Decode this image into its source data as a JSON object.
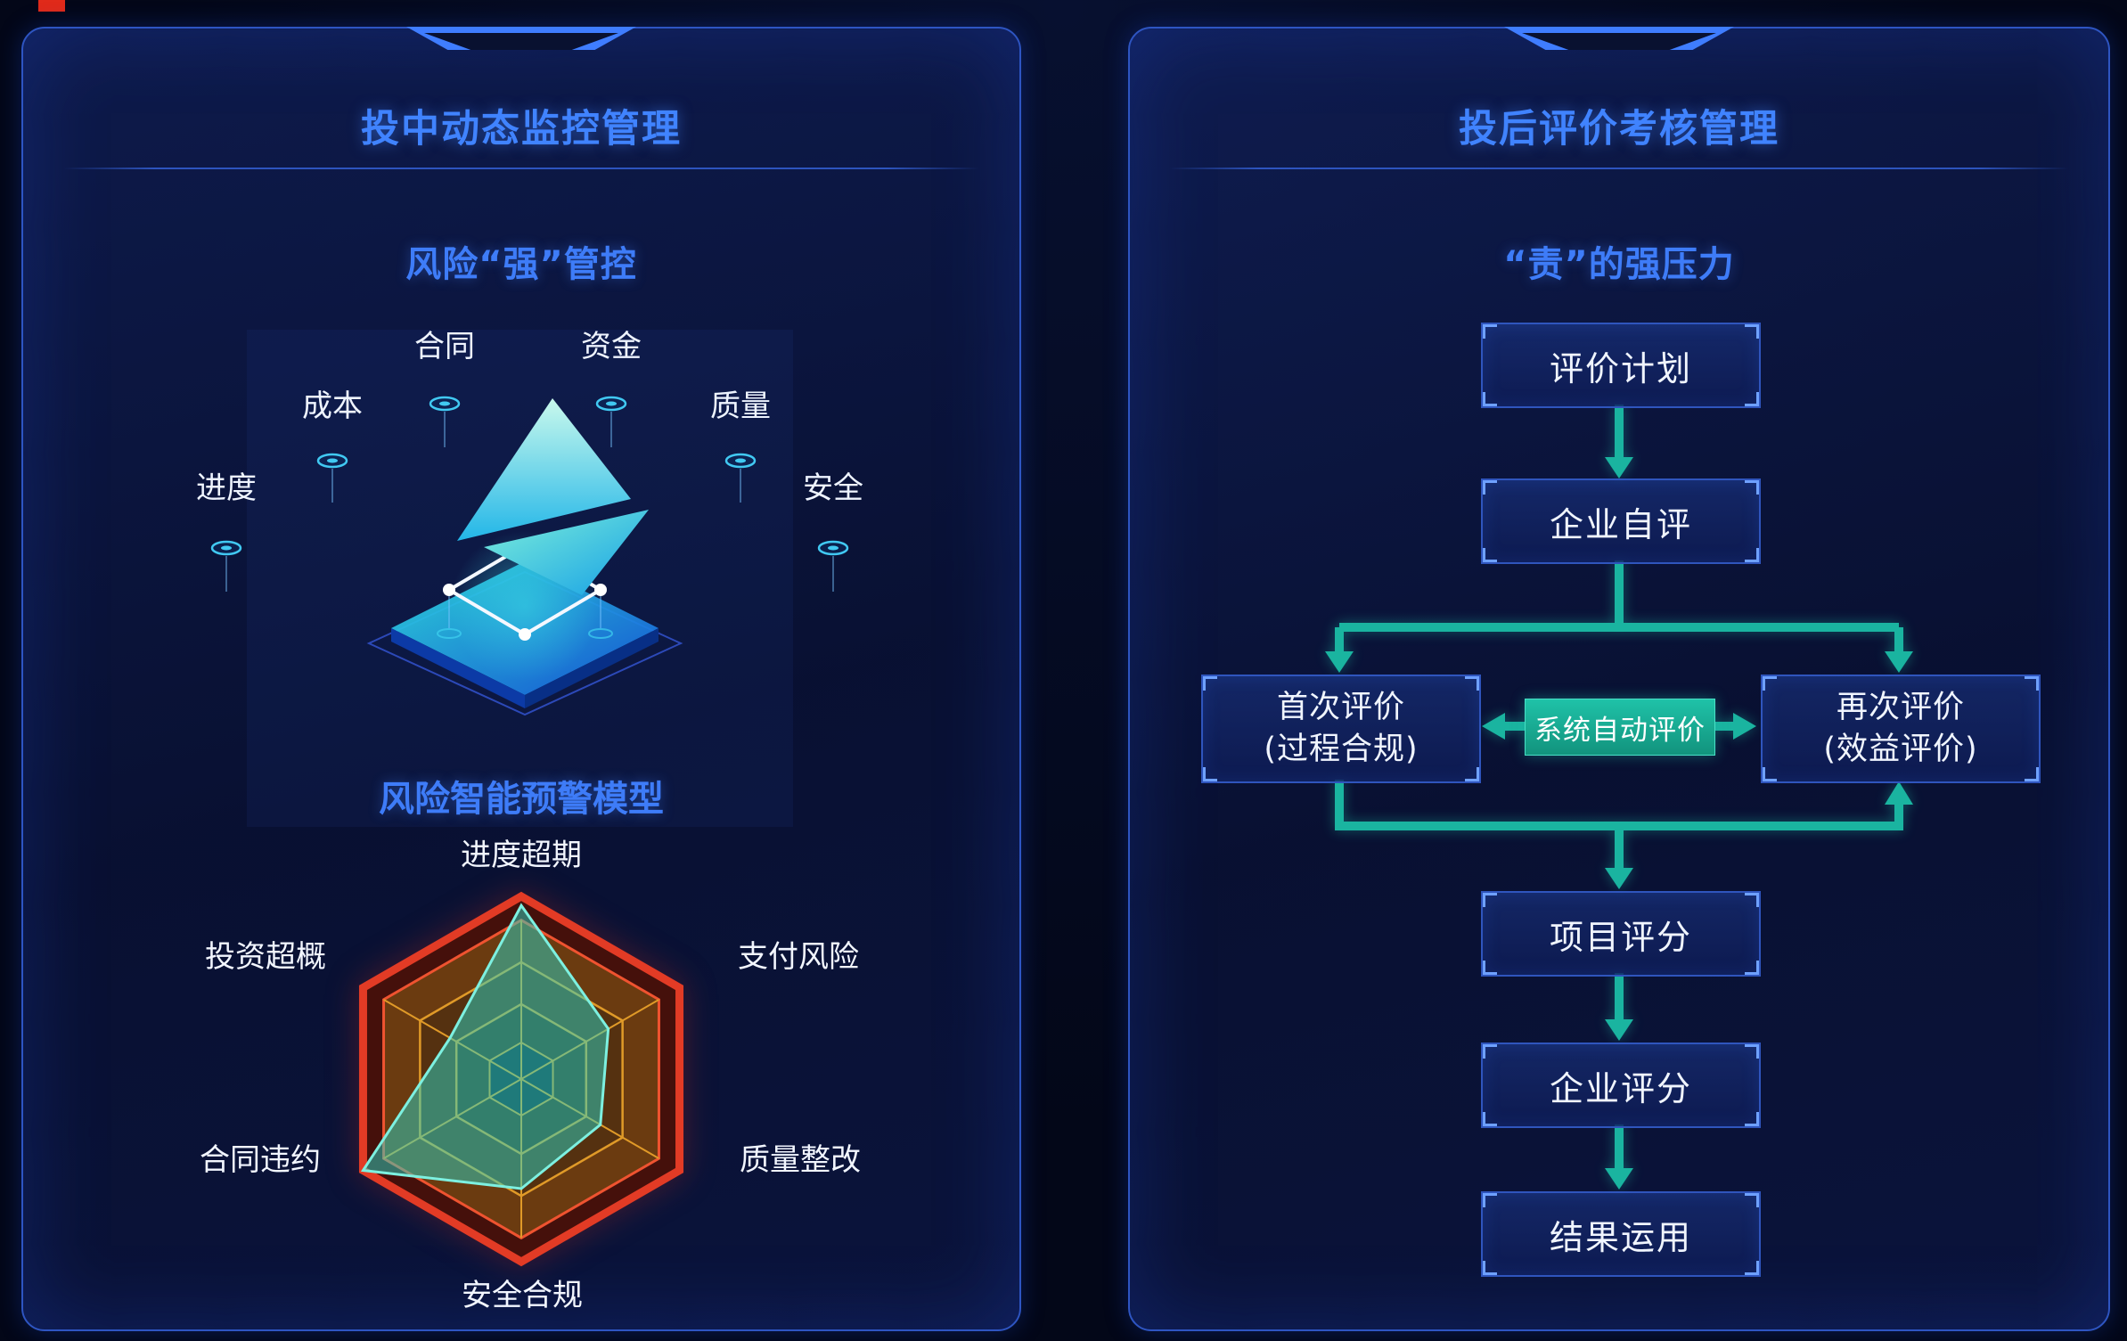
{
  "theme": {
    "background": "#030718",
    "panel_border": "#2e55c2",
    "title_color": "#4083ff",
    "accent_teal": "#1ab4a0",
    "accent_red": "#e02a1a",
    "text_color": "#eef4ff"
  },
  "left_panel": {
    "title": "投中动态监控管理",
    "subtitle": "风险“强”管控",
    "monitor_labels": [
      "进度",
      "成本",
      "合同",
      "资金",
      "质量",
      "安全"
    ],
    "model_title": "风险智能预警模型"
  },
  "chart_data": {
    "type": "radar",
    "title": "风险智能预警模型",
    "axes": [
      "进度超期",
      "支付风险",
      "质量整改",
      "安全合规",
      "合同违约",
      "投资超概"
    ],
    "values": [
      95,
      55,
      50,
      60,
      100,
      45
    ],
    "max": 100,
    "rings": [
      1,
      0.87,
      0.64,
      0.41,
      0.2
    ],
    "legend": "none",
    "grid": true,
    "colors": {
      "outer_ring": "#e23b25",
      "inner_red": "#ef5330",
      "grid": "#e09a28",
      "data_fill": "rgba(42,214,198,0.5)",
      "data_stroke": "#7df0e0"
    }
  },
  "right_panel": {
    "title": "投后评价考核管理",
    "subtitle": "“责”的强压力",
    "flow": {
      "step_plan": "评价计划",
      "step_self_eval": "企业自评",
      "first_eval_line1": "首次评价",
      "first_eval_line2": "(过程合规)",
      "auto_eval": "系统自动评价",
      "re_eval_line1": "再次评价",
      "re_eval_line2": "(效益评价)",
      "step_project_score": "项目评分",
      "step_enterprise_score": "企业评分",
      "step_result_use": "结果运用"
    }
  }
}
